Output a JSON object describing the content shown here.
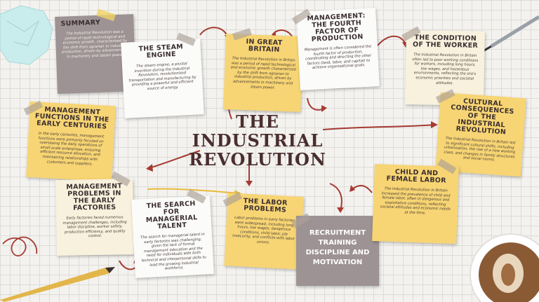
{
  "title": {
    "line1": "THE",
    "line2": "INDUSTRIAL",
    "line3": "REVOLUTION"
  },
  "summary": {
    "title": "SUMMARY",
    "body": "The Industrial Revolution was a period of rapid technological and economic growth, characterized by the shift from agrarian to industrial production, driven by advancements in machinery and steam power."
  },
  "steam": {
    "title": "THE STEAM ENGINE",
    "body": "The steam engine, a pivotal invention during the Industrial Revolution, revolutionized transportation and manufacturing by providing a powerful and efficient source of energy."
  },
  "britain": {
    "title": "IN GREAT BRITAIN",
    "body": "The Industrial Revolution in Britain was a period of rapid technological and economic growth characterized by the shift from agrarian to industrial production, driven by advancements in machinery and steam power."
  },
  "management": {
    "title": "MANAGEMENT: THE FOURTH FACTOR OF PRODUCTION",
    "body": "Management is often considered the fourth factor of production, coordinating and directing the other factors (land, labor, and capital) to achieve organizational goals."
  },
  "worker": {
    "title": "THE CONDITION OF THE WORKER",
    "body": "The Industrial Revolution in Britain often led to poor working conditions for workers, including long hours, low wages, and hazardous environments, reflecting the era's economic priorities and societal attitudes."
  },
  "functions": {
    "title": "MANAGEMENT FUNCTIONS IN THE EARLY CENTURIES",
    "body": "In the early centuries, management functions were primarily focused on overseeing the daily operations of small-scale enterprises, ensuring efficient resource allocation, and maintaining relationships with customers and suppliers."
  },
  "cultural": {
    "title": "CULTURAL CONSEQUENCES OF THE INDUSTRIAL REVOLUTION",
    "body": "The Industrial Revolution in Britain led to significant cultural shifts, including urbanization, the rise of a new working class, and changes in family structures and social norms."
  },
  "problems": {
    "title": "MANAGEMENT PROBLEMS IN THE EARLY FACTORIES",
    "body": "Early factories faced numerous management challenges, including labor discipline, worker safety, production efficiency, and quality control."
  },
  "search": {
    "title": "THE SEARCH FOR MANAGERIAL TALENT",
    "body": "The search for managerial talent in early factories was challenging, given the lack of formal management education and the need for individuals with both technical and interpersonal skills to lead the growing industrial workforce."
  },
  "labor": {
    "title": "THE LABOR PROBLEMS",
    "body": "Labor problems in early factories were widespread, including long hours, low wages, dangerous conditions, child labor, job insecurity, and conflicts with labor unions."
  },
  "recruit": {
    "items": [
      "RECRUITMENT",
      "TRAINING",
      "DISCIPLINE AND MOTIVATION"
    ]
  },
  "child": {
    "title": "CHILD AND FEMALE LABOR",
    "body": "The Industrial Revolution in Britain increased the prevalence of child and female labor, often in dangerous and exploitative conditions, reflecting societal attitudes and economic needs at the time."
  },
  "colors": {
    "yellow": "#f7d574",
    "cream": "#f8f1dd",
    "grey": "#9d9294",
    "arrow": "#a53a31",
    "title": "#4a2e2e"
  }
}
